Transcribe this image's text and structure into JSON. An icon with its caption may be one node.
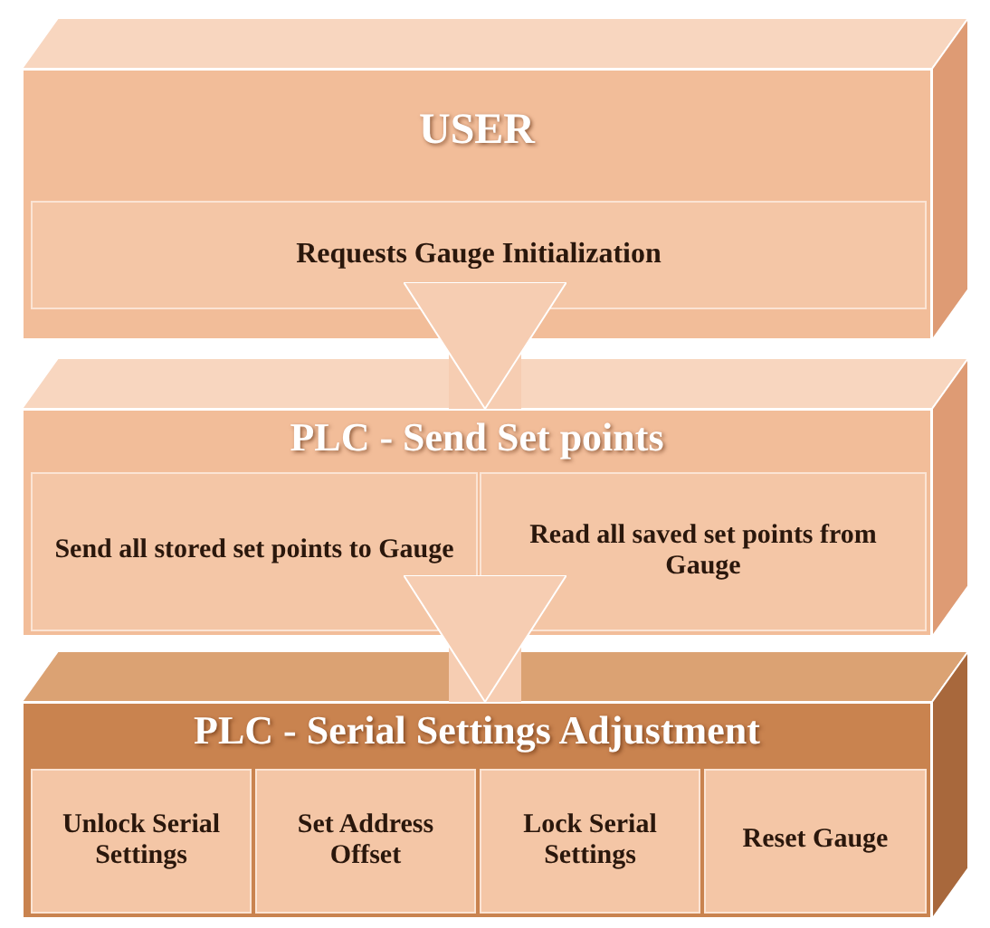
{
  "diagram": {
    "nodes": [
      {
        "text": [
          "USER"
        ]
      },
      {
        "text": [
          "Requests Gauge Initialization"
        ],
        "in": 0
      },
      {
        "text": [
          "PLC - Send Set points"
        ]
      },
      {
        "text": [
          "Send all stored set points to Gauge"
        ],
        "in": 2
      },
      {
        "text": [
          "Read all saved set points from Gauge"
        ],
        "in": 2
      },
      {
        "text": [
          "PLC - Serial Settings Adjustment"
        ]
      },
      {
        "text": [
          "Unlock Serial Settings"
        ],
        "in": 5
      },
      {
        "text": [
          "Set Address Offset"
        ],
        "in": 5
      },
      {
        "text": [
          "Lock Serial Settings"
        ],
        "in": 5
      },
      {
        "text": [
          "Reset Gauge"
        ],
        "in": 5
      }
    ],
    "edges": [
      {
        "from": 0,
        "to": 2,
        "arrow": "to"
      },
      {
        "from": 2,
        "to": 5,
        "arrow": "to"
      }
    ]
  }
}
